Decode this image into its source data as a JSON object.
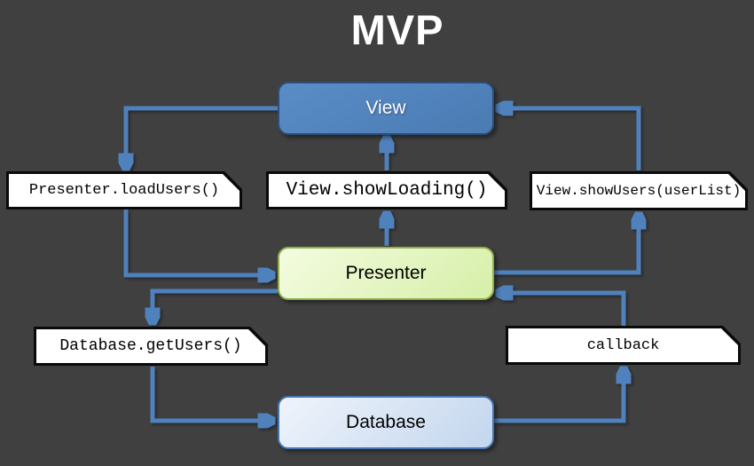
{
  "title": "MVP",
  "nodes": {
    "view": {
      "label": "View"
    },
    "presenter": {
      "label": "Presenter"
    },
    "database": {
      "label": "Database"
    }
  },
  "notes": {
    "load_users": {
      "label": "Presenter.loadUsers()"
    },
    "show_loading": {
      "label": "View.showLoading()"
    },
    "show_users": {
      "label": "View.showUsers(userList)"
    },
    "get_users": {
      "label": "Database.getUsers()"
    },
    "callback": {
      "label": "callback"
    }
  },
  "edges": [
    {
      "from": "View",
      "via": "Presenter.loadUsers()",
      "to": "Presenter"
    },
    {
      "from": "Presenter",
      "via": "View.showLoading()",
      "to": "View"
    },
    {
      "from": "Presenter",
      "via": "View.showUsers(userList)",
      "to": "View"
    },
    {
      "from": "Presenter",
      "via": "Database.getUsers()",
      "to": "Database"
    },
    {
      "from": "Database",
      "via": "callback",
      "to": "Presenter"
    }
  ],
  "colors": {
    "background": "#404040",
    "arrow": "#4f81bd",
    "view_fill": "#4f81bd",
    "view_border": "#2f4e77",
    "view_text": "#ffffff",
    "presenter_fill_light": "#f4fce0",
    "presenter_fill_dark": "#d6efa8",
    "presenter_border": "#90ad50",
    "database_fill_light": "#eff4fb",
    "database_fill_dark": "#c3d6ee",
    "database_border": "#4576b0",
    "note_fill": "#ffffff",
    "note_border": "#000000",
    "title_text": "#ffffff"
  }
}
